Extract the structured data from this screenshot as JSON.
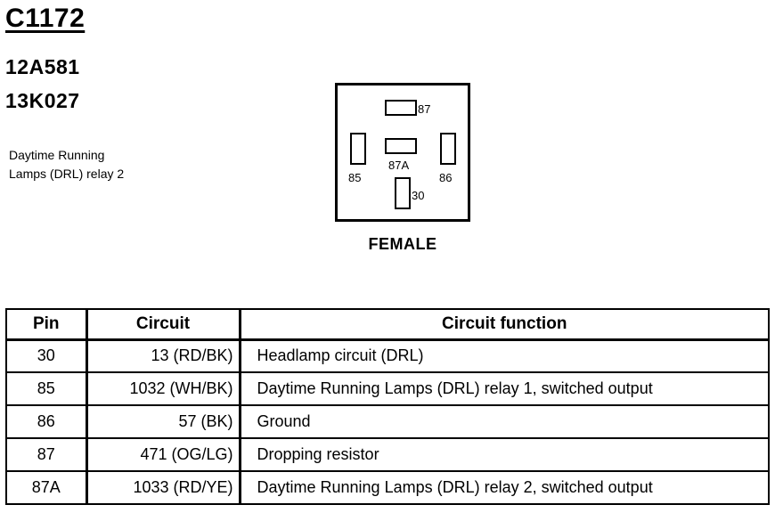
{
  "header": {
    "connector_id": "C1172",
    "part_numbers": [
      "12A581",
      "13K027"
    ],
    "description_lines": [
      "Daytime Running",
      "Lamps (DRL) relay 2"
    ]
  },
  "connector": {
    "gender": "FEMALE",
    "terminals": [
      "87",
      "85",
      "87A",
      "86",
      "30"
    ]
  },
  "table": {
    "headers": {
      "pin": "Pin",
      "circuit": "Circuit",
      "function": "Circuit function"
    },
    "rows": [
      {
        "pin": "30",
        "circuit": "13 (RD/BK)",
        "function": "Headlamp circuit (DRL)"
      },
      {
        "pin": "85",
        "circuit": "1032 (WH/BK)",
        "function": "Daytime Running Lamps (DRL) relay 1, switched output"
      },
      {
        "pin": "86",
        "circuit": "57 (BK)",
        "function": "Ground"
      },
      {
        "pin": "87",
        "circuit": "471 (OG/LG)",
        "function": "Dropping resistor"
      },
      {
        "pin": "87A",
        "circuit": "1033 (RD/YE)",
        "function": "Daytime Running Lamps (DRL) relay 2, switched output"
      }
    ]
  }
}
